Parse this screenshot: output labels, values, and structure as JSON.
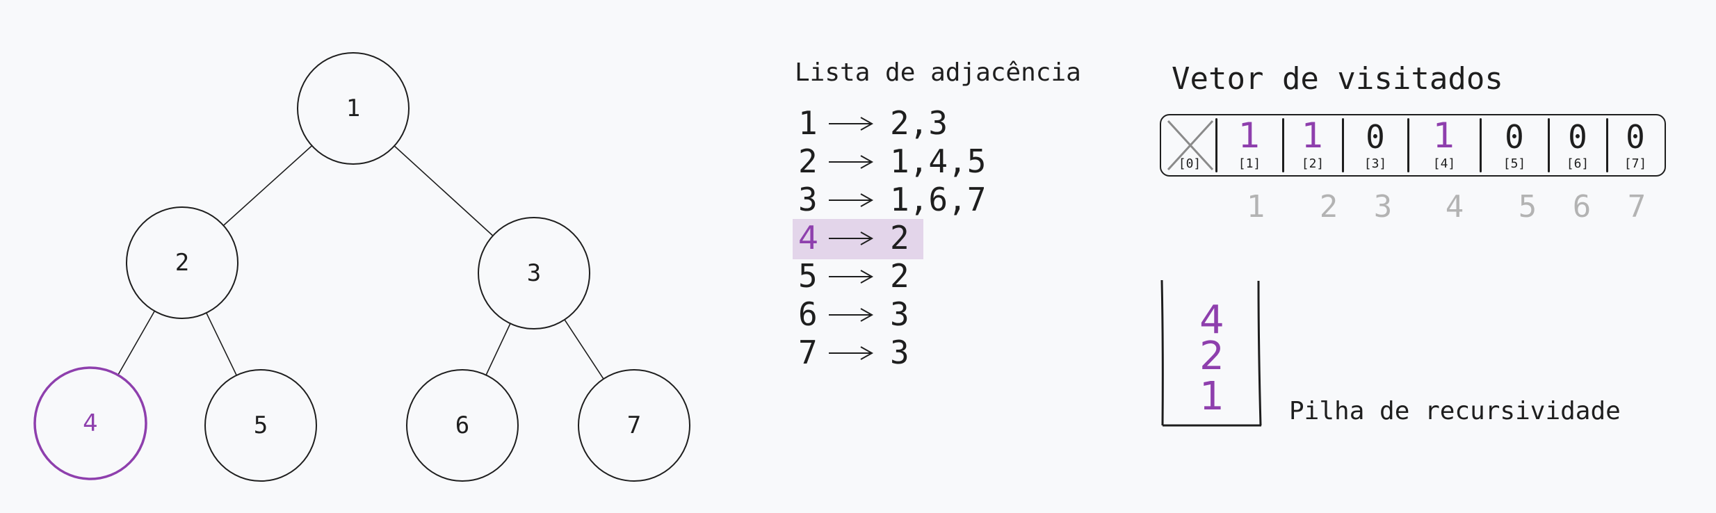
{
  "tree": {
    "nodes": [
      {
        "id": "1",
        "label": "1",
        "visiting": false
      },
      {
        "id": "2",
        "label": "2",
        "visiting": false
      },
      {
        "id": "3",
        "label": "3",
        "visiting": false
      },
      {
        "id": "4",
        "label": "4",
        "visiting": true
      },
      {
        "id": "5",
        "label": "5",
        "visiting": false
      },
      {
        "id": "6",
        "label": "6",
        "visiting": false
      },
      {
        "id": "7",
        "label": "7",
        "visiting": false
      }
    ],
    "edges": [
      [
        "1",
        "2"
      ],
      [
        "1",
        "3"
      ],
      [
        "2",
        "4"
      ],
      [
        "2",
        "5"
      ],
      [
        "3",
        "6"
      ],
      [
        "3",
        "7"
      ]
    ]
  },
  "adjacency": {
    "title": "Lista de adjacência",
    "arrow": "→",
    "rows": [
      {
        "node": "1",
        "neighbors": "2,3",
        "highlight": false
      },
      {
        "node": "2",
        "neighbors": "1,4,5",
        "highlight": false
      },
      {
        "node": "3",
        "neighbors": "1,6,7",
        "highlight": false
      },
      {
        "node": "4",
        "neighbors": "2",
        "highlight": true
      },
      {
        "node": "5",
        "neighbors": "2",
        "highlight": false
      },
      {
        "node": "6",
        "neighbors": "3",
        "highlight": false
      },
      {
        "node": "7",
        "neighbors": "3",
        "highlight": false
      }
    ]
  },
  "visited": {
    "title": "Vetor de visitados",
    "cells": [
      {
        "index": "[0]",
        "value": "",
        "crossed": true,
        "highlight": false
      },
      {
        "index": "[1]",
        "value": "1",
        "crossed": false,
        "highlight": true
      },
      {
        "index": "[2]",
        "value": "1",
        "crossed": false,
        "highlight": true
      },
      {
        "index": "[3]",
        "value": "0",
        "crossed": false,
        "highlight": false
      },
      {
        "index": "[4]",
        "value": "1",
        "crossed": false,
        "highlight": true
      },
      {
        "index": "[5]",
        "value": "0",
        "crossed": false,
        "highlight": false
      },
      {
        "index": "[6]",
        "value": "0",
        "crossed": false,
        "highlight": false
      },
      {
        "index": "[7]",
        "value": "0",
        "crossed": false,
        "highlight": false
      }
    ],
    "below_labels": [
      "1",
      "2",
      "3",
      "4",
      "5",
      "6",
      "7"
    ]
  },
  "stack": {
    "label": "Pilha de recursividade",
    "items_top_to_bottom": [
      "4",
      "2",
      "1"
    ]
  },
  "colors": {
    "ink": "#1e1e1e",
    "accent_purple": "#8e3fad",
    "highlight_bg": "#e3d5ea",
    "muted_gray": "#b3b3b3",
    "background": "#f8f9fb"
  }
}
